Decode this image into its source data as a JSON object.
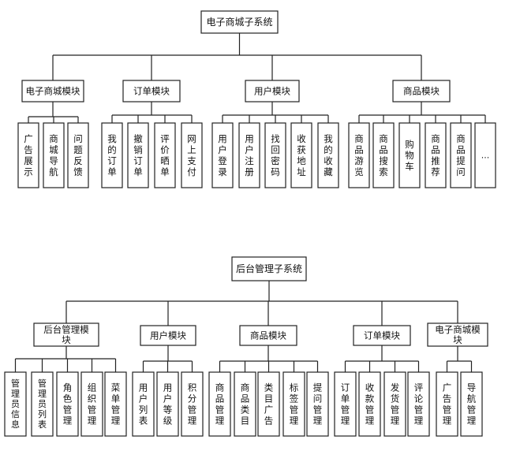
{
  "trees": [
    {
      "root": "电子商城子系统",
      "modules": [
        {
          "label": [
            "电子商城模块"
          ],
          "children": [
            "广告展示",
            "商城导航",
            "问题反馈"
          ]
        },
        {
          "label": [
            "订单模块"
          ],
          "children": [
            "我的订单",
            "撤销订单",
            "评价晒单",
            "网上支付"
          ]
        },
        {
          "label": [
            "用户模块"
          ],
          "children": [
            "用户登录",
            "用户注册",
            "找回密码",
            "收获地址",
            "我的收藏"
          ]
        },
        {
          "label": [
            "商品模块"
          ],
          "children": [
            "商品游览",
            "商品搜索",
            "购物车",
            "商品推荐",
            "商品提问",
            "..."
          ]
        }
      ]
    },
    {
      "root": "后台管理子系统",
      "modules": [
        {
          "label": [
            "后台管理模",
            "块"
          ],
          "children": [
            "管理员信息",
            "管理员列表",
            "角色管理",
            "组织管理",
            "菜单管理"
          ]
        },
        {
          "label": [
            "用户模块"
          ],
          "children": [
            "用户列表",
            "用户等级",
            "积分管理"
          ]
        },
        {
          "label": [
            "商品模块"
          ],
          "children": [
            "商品管理",
            "商品类目",
            "类目广告",
            "标签管理",
            "提问管理"
          ]
        },
        {
          "label": [
            "订单模块"
          ],
          "children": [
            "订单管理",
            "收款管理",
            "发货管理",
            "评论管理"
          ]
        },
        {
          "label": [
            "电子商城模",
            "块"
          ],
          "children": [
            "广告管理",
            "导航管理"
          ]
        }
      ]
    }
  ]
}
